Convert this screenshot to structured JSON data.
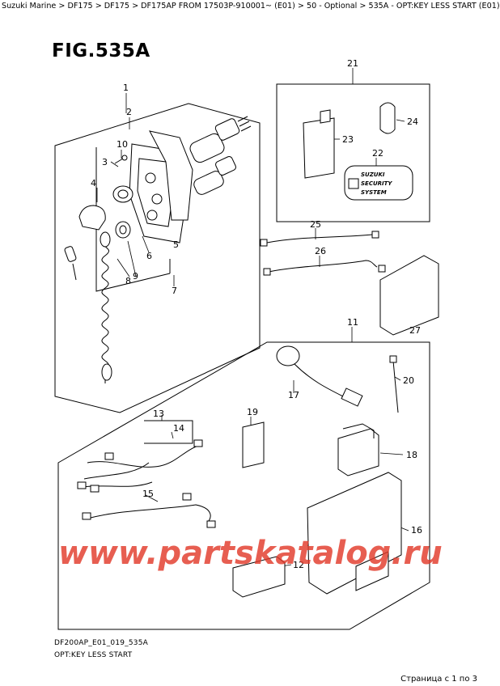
{
  "breadcrumb": "Suzuki Marine > DF175 > DF175 > DF175AP FROM 17503P-910001~ (E01) > 50 - Optional > 535A - OPT:KEY LESS START (E01)",
  "figure_title": "FIG.535A",
  "footer": {
    "code": "DF200AP_E01_019_535A",
    "caption": "OPT:KEY LESS START",
    "page_info": "Страница с 1 по 3"
  },
  "watermark": "www.partskatalog.ru",
  "security_logo": [
    "SUZUKI",
    "SECURITY",
    "SYSTEM"
  ],
  "parts": [
    "1",
    "2",
    "3",
    "4",
    "5",
    "6",
    "7",
    "8",
    "9",
    "10",
    "11",
    "12",
    "13",
    "14",
    "15",
    "16",
    "17",
    "18",
    "19",
    "20",
    "21",
    "22",
    "23",
    "24",
    "25",
    "26",
    "27"
  ]
}
